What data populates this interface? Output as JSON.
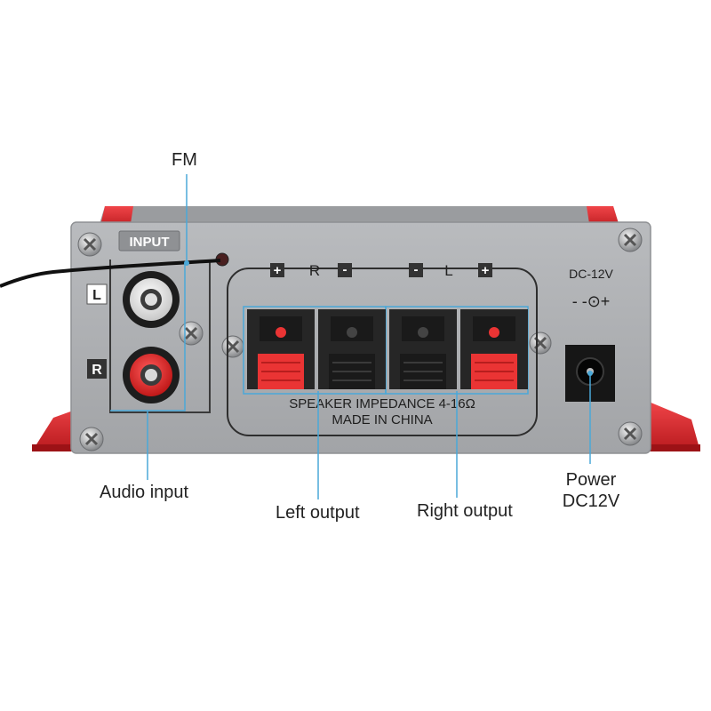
{
  "callouts": {
    "fm": "FM",
    "audio_input": "Audio input",
    "left_output": "Left output",
    "right_output": "Right output",
    "power_line1": "Power",
    "power_line2": "DC12V"
  },
  "panel": {
    "input_label": "INPUT",
    "channel_left": "L",
    "channel_right": "R",
    "terminal_r": "R",
    "terminal_l": "L",
    "plus": "+",
    "minus": "-",
    "impedance": "SPEAKER IMPEDANCE  4-16Ω",
    "made_in": "MADE IN CHINA",
    "dc_label": "DC-12V",
    "polarity": "- -⊙+"
  },
  "colors": {
    "panel": "#a9abae",
    "chassis_red": "#d8282c",
    "callout_line": "#4aa8d8",
    "terminal_red": "#ea3434",
    "terminal_black": "#262626"
  }
}
